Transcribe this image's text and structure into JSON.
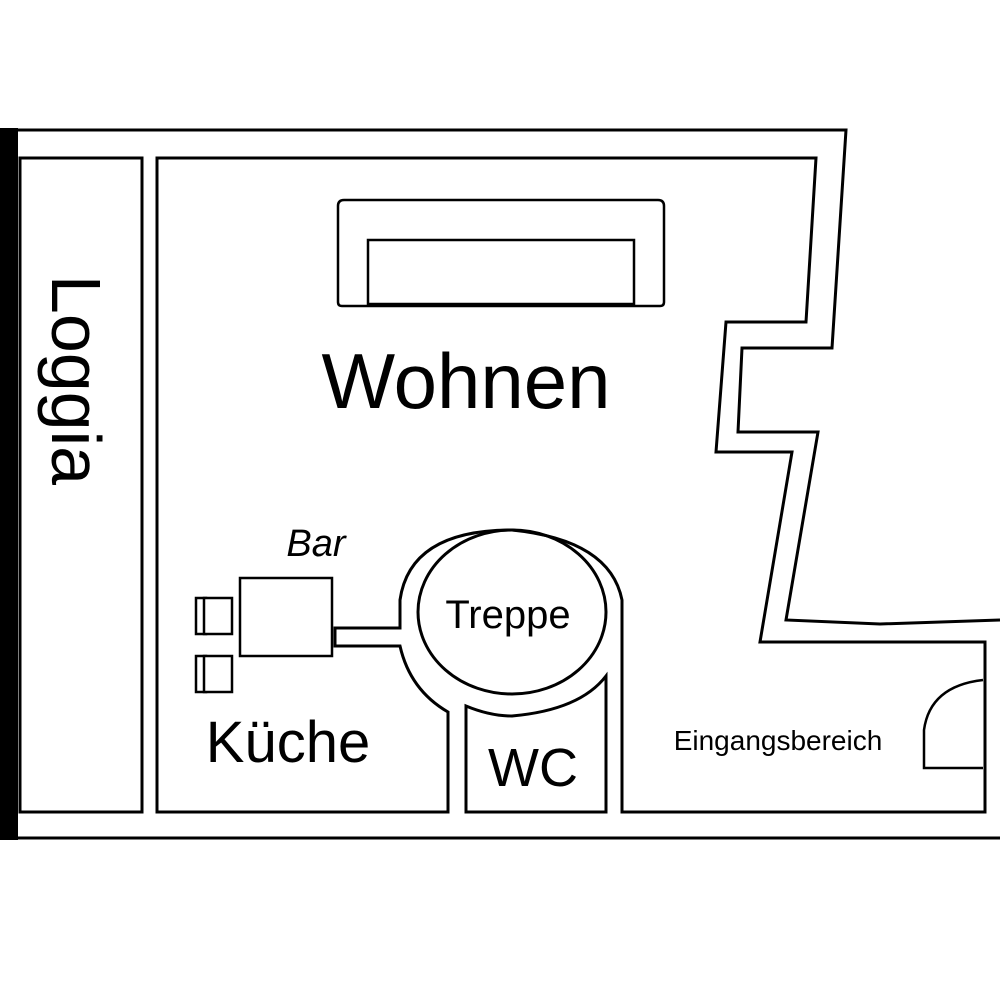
{
  "rooms": {
    "loggia": "Loggia",
    "wohnen": "Wohnen",
    "bar": "Bar",
    "treppe": "Treppe",
    "kueche": "Küche",
    "wc": "WC",
    "eingang": "Eingangsbereich"
  },
  "colors": {
    "line": "#000000",
    "background": "#ffffff"
  }
}
